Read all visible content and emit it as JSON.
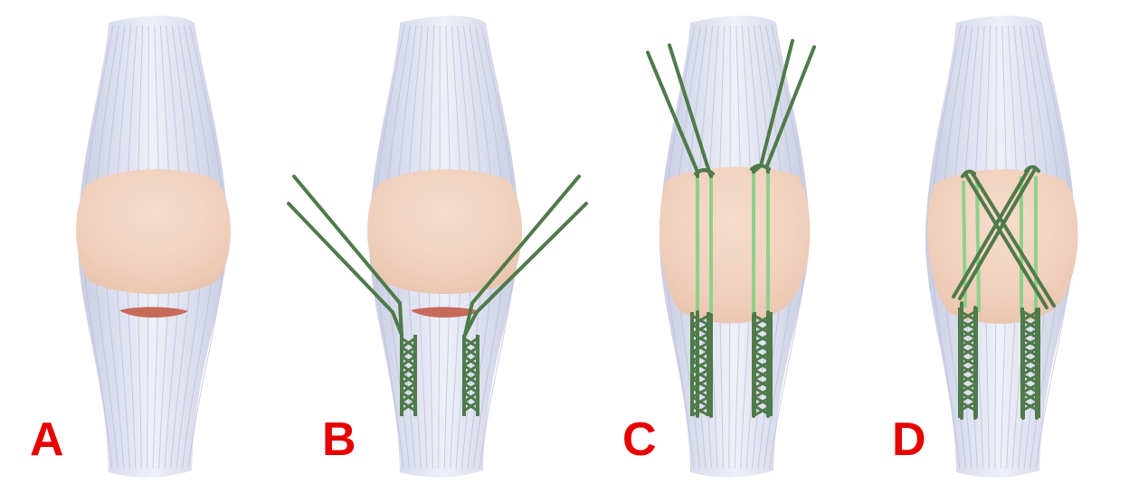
{
  "panels": [
    {
      "label": "A",
      "suture": "none"
    },
    {
      "label": "B",
      "suture": "krackow-stitch"
    },
    {
      "label": "C",
      "suture": "parallel-transosseous-tunnels"
    },
    {
      "label": "D",
      "suture": "crossed-transosseous-tunnels"
    }
  ],
  "colors": {
    "tendon": "#d9dcea",
    "tendon_fiber": "#b8bdd8",
    "patella": "#f2d3c0",
    "tear": "#c86a5a",
    "suture": "#4f7a4a",
    "tunnel": "#8fd08a",
    "label": "#e60000"
  }
}
